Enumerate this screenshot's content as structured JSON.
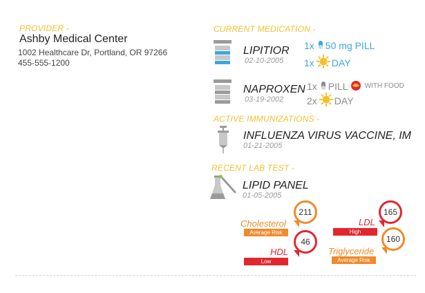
{
  "provider": {
    "header": "PROVIDER -",
    "name": "Ashby Medical Center",
    "address": "1002 Healthcare Dr, Portland, OR 97266",
    "phone": "455-555-1200"
  },
  "current_medication": {
    "header": "CURRENT MEDICATION -",
    "items": [
      {
        "name": "LIPITIOR",
        "date": "02-10-2005",
        "dose_count": "1x",
        "dose_text": "50 mg PILL",
        "freq_count": "1x",
        "freq_text": "DAY",
        "color": "#3ba8e0"
      },
      {
        "name": "NAPROXEN",
        "date": "03-19-2002",
        "dose_count": "1x",
        "dose_text": "PILL",
        "note": "WITH FOOD",
        "freq_count": "2x",
        "freq_text": "DAY",
        "color": "#8a8a8a"
      }
    ]
  },
  "active_immunizations": {
    "header": "ACTIVE IMMUNIZATIONS -",
    "items": [
      {
        "name": "INFLUENZA VIRUS VACCINE, IM",
        "date": "01-21-2005"
      }
    ]
  },
  "recent_lab_test": {
    "header": "RECENT LAB TEST -",
    "name": "LIPID PANEL",
    "date": "01-05-2005",
    "results": [
      {
        "label": "Cholesterol",
        "value": "211",
        "tag": "Average Risk",
        "color": "#f08a2a"
      },
      {
        "label": "LDL",
        "value": "165",
        "tag": "High",
        "color": "#e3262e"
      },
      {
        "label": "HDL",
        "value": "46",
        "tag": "Low",
        "color": "#e3262e"
      },
      {
        "label": "Triglyceride",
        "value": "160",
        "tag": "Average Risk",
        "color": "#f08a2a"
      }
    ]
  },
  "icons": {
    "pill_bottle": "pill-bottle-icon",
    "pill": "pill-icon",
    "sun": "sun-icon",
    "food": "food-icon",
    "syringe": "syringe-icon",
    "flask": "flask-icon"
  }
}
